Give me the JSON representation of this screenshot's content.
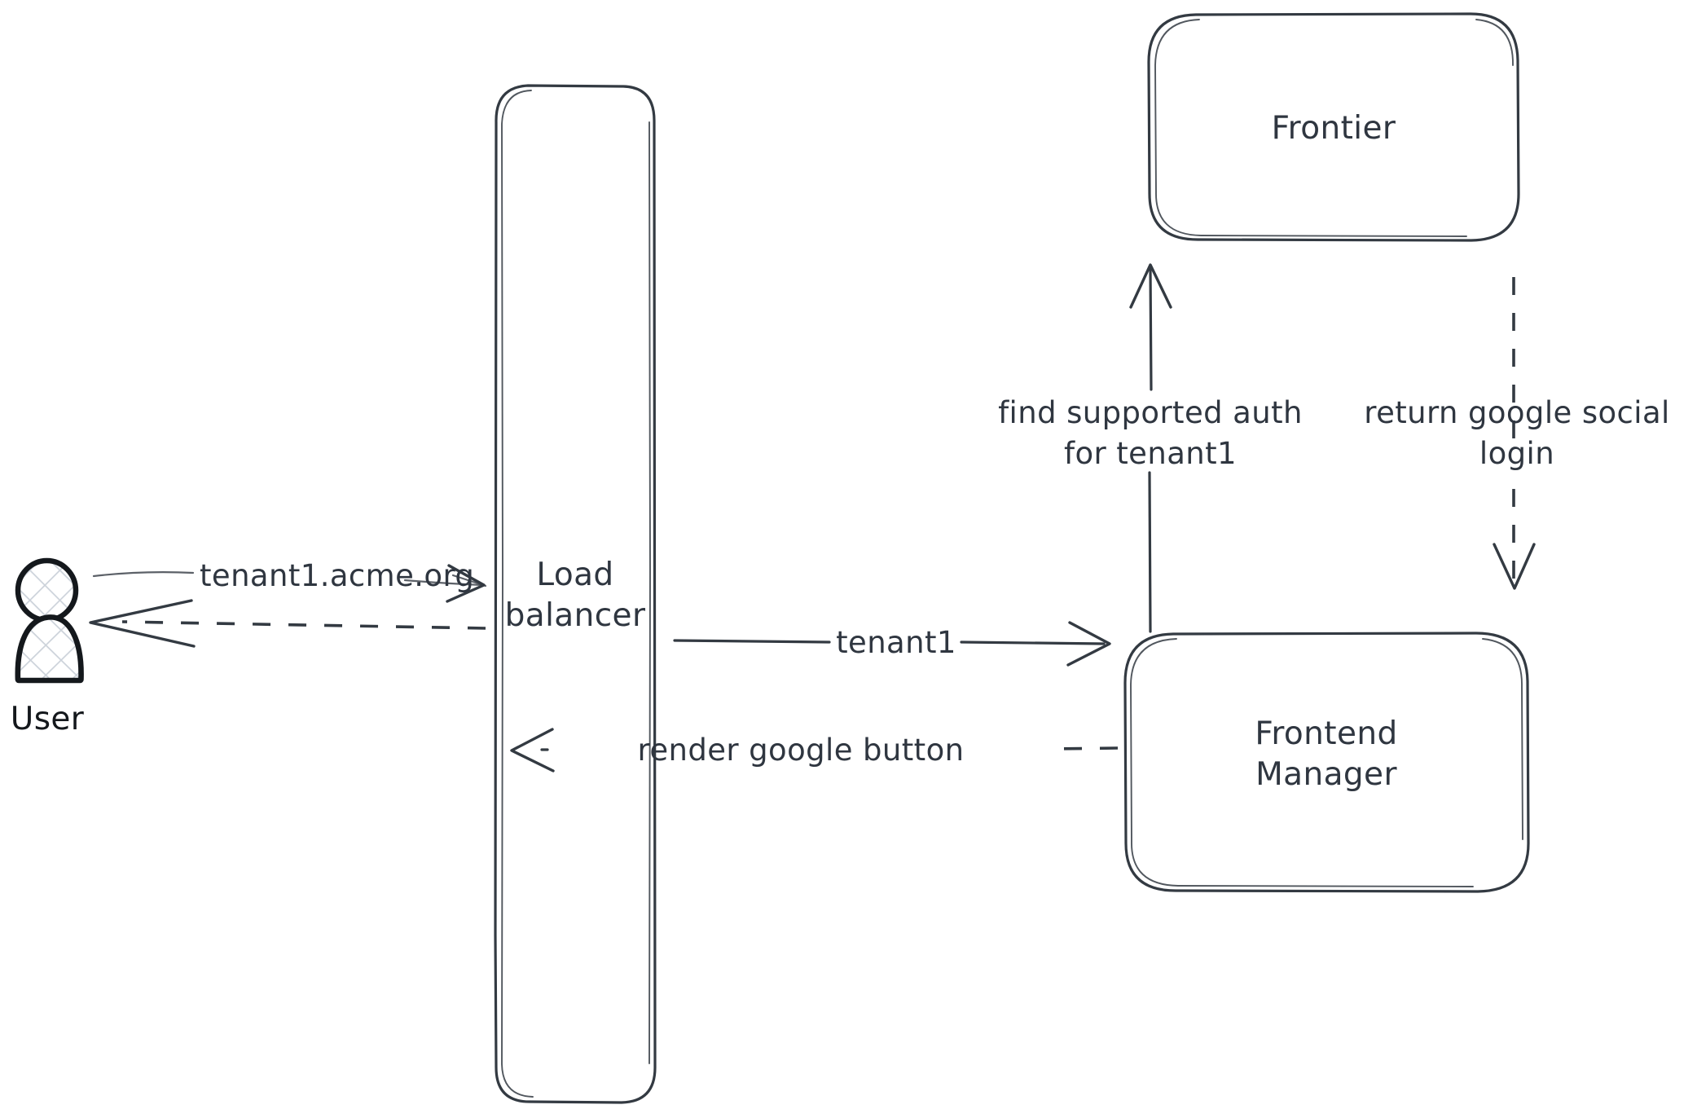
{
  "diagram": {
    "title": "Multi-tenant authentication flow",
    "background_color": "#ffffff",
    "stroke_color": "#333a42",
    "actor_stroke_color": "#14181c",
    "hatch_color": "#ccd2da",
    "nodes": [
      {
        "id": "user",
        "label": "User",
        "type": "actor-icon"
      },
      {
        "id": "load-balancer",
        "label_line1": "Load",
        "label_line2": "balancer",
        "type": "rounded-rect-tall"
      },
      {
        "id": "frontier",
        "label": "Frontier",
        "type": "rounded-rect"
      },
      {
        "id": "frontend-manager",
        "label_line1": "Frontend",
        "label_line2": "Manager",
        "type": "rounded-rect"
      }
    ],
    "edges": [
      {
        "id": "user-to-lb",
        "label": "tenant1.acme.org",
        "from": "user",
        "to": "load-balancer",
        "style": "solid",
        "direction": "right"
      },
      {
        "id": "lb-to-user",
        "label": "",
        "from": "load-balancer",
        "to": "user",
        "style": "dashed",
        "direction": "left"
      },
      {
        "id": "lb-to-fm",
        "label": "tenant1",
        "from": "load-balancer",
        "to": "frontend-manager",
        "style": "solid",
        "direction": "right"
      },
      {
        "id": "fm-to-lb",
        "label": "render google button",
        "from": "frontend-manager",
        "to": "load-balancer",
        "style": "dashed",
        "direction": "left"
      },
      {
        "id": "fm-to-frontier",
        "label_line1": "find supported auth",
        "label_line2": "for tenant1",
        "from": "frontend-manager",
        "to": "frontier",
        "style": "solid",
        "direction": "up"
      },
      {
        "id": "frontier-to-fm",
        "label_line1": "return google social",
        "label_line2": "login",
        "from": "frontier",
        "to": "frontend-manager",
        "style": "dashed",
        "direction": "down"
      }
    ]
  }
}
